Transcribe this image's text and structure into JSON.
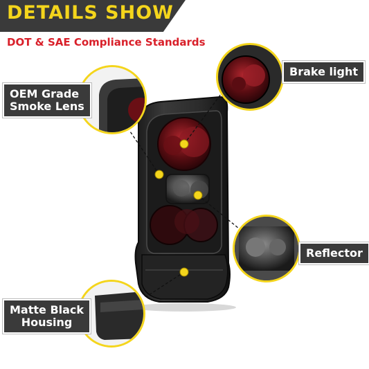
{
  "header": {
    "title": "DETAILS SHOW",
    "subtitle": "DOT & SAE Compliance Standards"
  },
  "callouts": {
    "brake_light": "Brake light",
    "smoke_lens_line1": "OEM Grade",
    "smoke_lens_line2": "Smoke Lens",
    "reflector": "Reflector",
    "housing_line1": "Matte Black",
    "housing_line2": "Housing"
  },
  "colors": {
    "banner_bg": "#3a3a3a",
    "banner_text": "#f4d51c",
    "subtitle": "#d9202a",
    "accent_yellow": "#f4d51c",
    "label_bg": "#3a3a3a"
  }
}
